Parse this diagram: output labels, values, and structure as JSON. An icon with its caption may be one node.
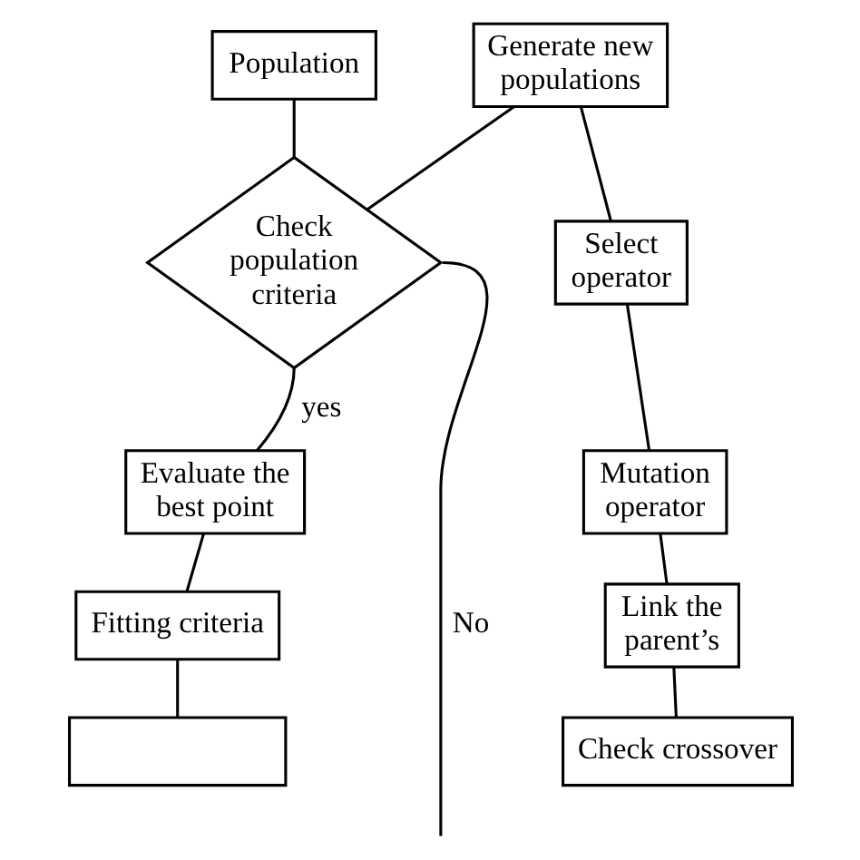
{
  "diagram": {
    "nodes": [
      {
        "text": [
          "Population"
        ]
      },
      {
        "text": [
          "Check population criteria"
        ]
      },
      {
        "text": [
          "Evaluate the best point"
        ]
      },
      {
        "text": [
          "Fitting criteria"
        ]
      },
      {
        "text": [],
        "shape": "box"
      },
      {
        "text": [
          "Generate new populations"
        ]
      },
      {
        "text": [
          "Select operator"
        ]
      },
      {
        "text": [
          "Mutation operator"
        ]
      },
      {
        "text": [
          "Link the parent’s"
        ]
      },
      {
        "text": [
          "Check crossover"
        ]
      }
    ],
    "edges": [
      {
        "from": 0,
        "to": 1,
        "arrow": "none"
      },
      {
        "from": 5,
        "to": 1,
        "arrow": "none"
      },
      {
        "from": 1,
        "to": 2,
        "arrow": "none",
        "label": "yes"
      },
      {
        "from": 2,
        "to": 3,
        "arrow": "none"
      },
      {
        "from": 3,
        "to": 4,
        "arrow": "none"
      },
      {
        "from": 1,
        "to": null,
        "arrow": "none",
        "label": "No"
      },
      {
        "from": 5,
        "to": 6,
        "arrow": "none"
      },
      {
        "from": 6,
        "to": 7,
        "arrow": "none"
      },
      {
        "from": 7,
        "to": 8,
        "arrow": "none"
      },
      {
        "from": 8,
        "to": 9,
        "arrow": "none"
      }
    ]
  }
}
